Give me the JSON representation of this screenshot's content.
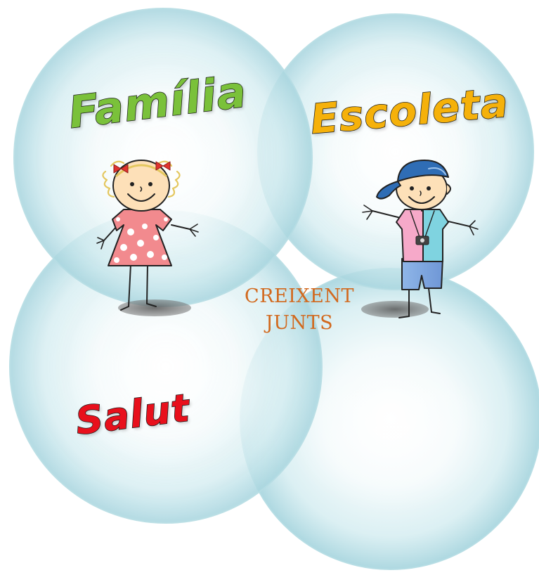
{
  "labels": {
    "familia": "Família",
    "escoleta": "Escoleta",
    "salut": "Salut"
  },
  "center": {
    "line1": "CREIXENT",
    "line2": "JUNTS"
  },
  "colors": {
    "familia": "#7ac13a",
    "escoleta": "#f5b10a",
    "salut": "#e8101c",
    "center_text": "#d2691e",
    "bubble": "#bfe3ea"
  },
  "figures": [
    {
      "icon": "girl-figure-icon"
    },
    {
      "icon": "boy-figure-icon"
    }
  ]
}
